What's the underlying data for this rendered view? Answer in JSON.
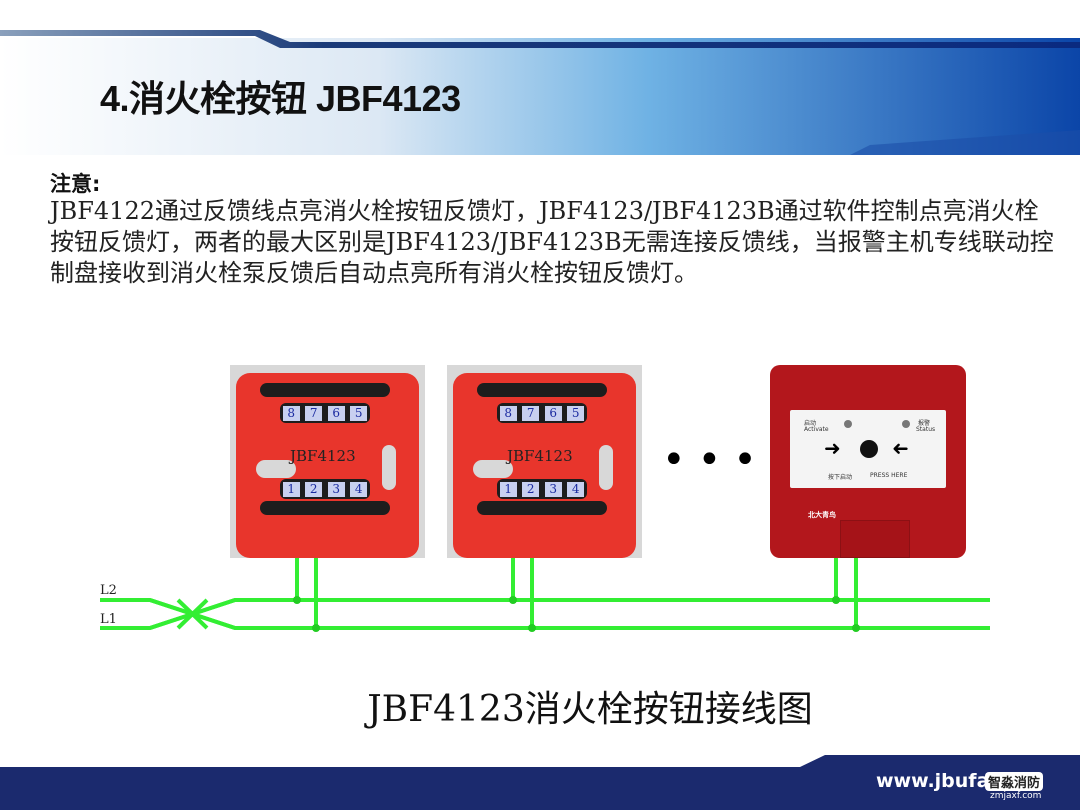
{
  "slide": {
    "title": "4.消火栓按钮 JBF4123",
    "note_label": "注意:",
    "note_body": "JBF4122通过反馈线点亮消火栓按钮反馈灯，JBF4123/JBF4123B通过软件控制点亮消火栓按钮反馈灯，两者的最大区别是JBF4123/JBF4123B无需连接反馈线，当报警主机专线联动控制盘接收到消火栓泵反馈后自动点亮所有消火栓按钮反馈灯。"
  },
  "diagram": {
    "devices": [
      {
        "model": "JBF4123",
        "top_terminals": [
          "8",
          "7",
          "6",
          "5"
        ],
        "bottom_terminals": [
          "1",
          "2",
          "3",
          "4"
        ]
      },
      {
        "model": "JBF4123",
        "top_terminals": [
          "8",
          "7",
          "6",
          "5"
        ],
        "bottom_terminals": [
          "1",
          "2",
          "3",
          "4"
        ]
      }
    ],
    "ellipsis": "•••",
    "button_labels": {
      "activate_cn": "启动",
      "activate_en": "Activate",
      "status_cn": "报警",
      "status_en": "Status",
      "press_cn": "按下启动",
      "press_en": "PRESS HERE",
      "brand": "北大青鸟"
    },
    "lines": [
      "L2",
      "L1"
    ],
    "wire_color": "#33ee33",
    "caption": "JBF4123消火栓按钮接线图"
  },
  "footer": {
    "url": "www.jbufa",
    "watermark": "智淼消防",
    "watermark_sub": "zmjaxf.com"
  }
}
